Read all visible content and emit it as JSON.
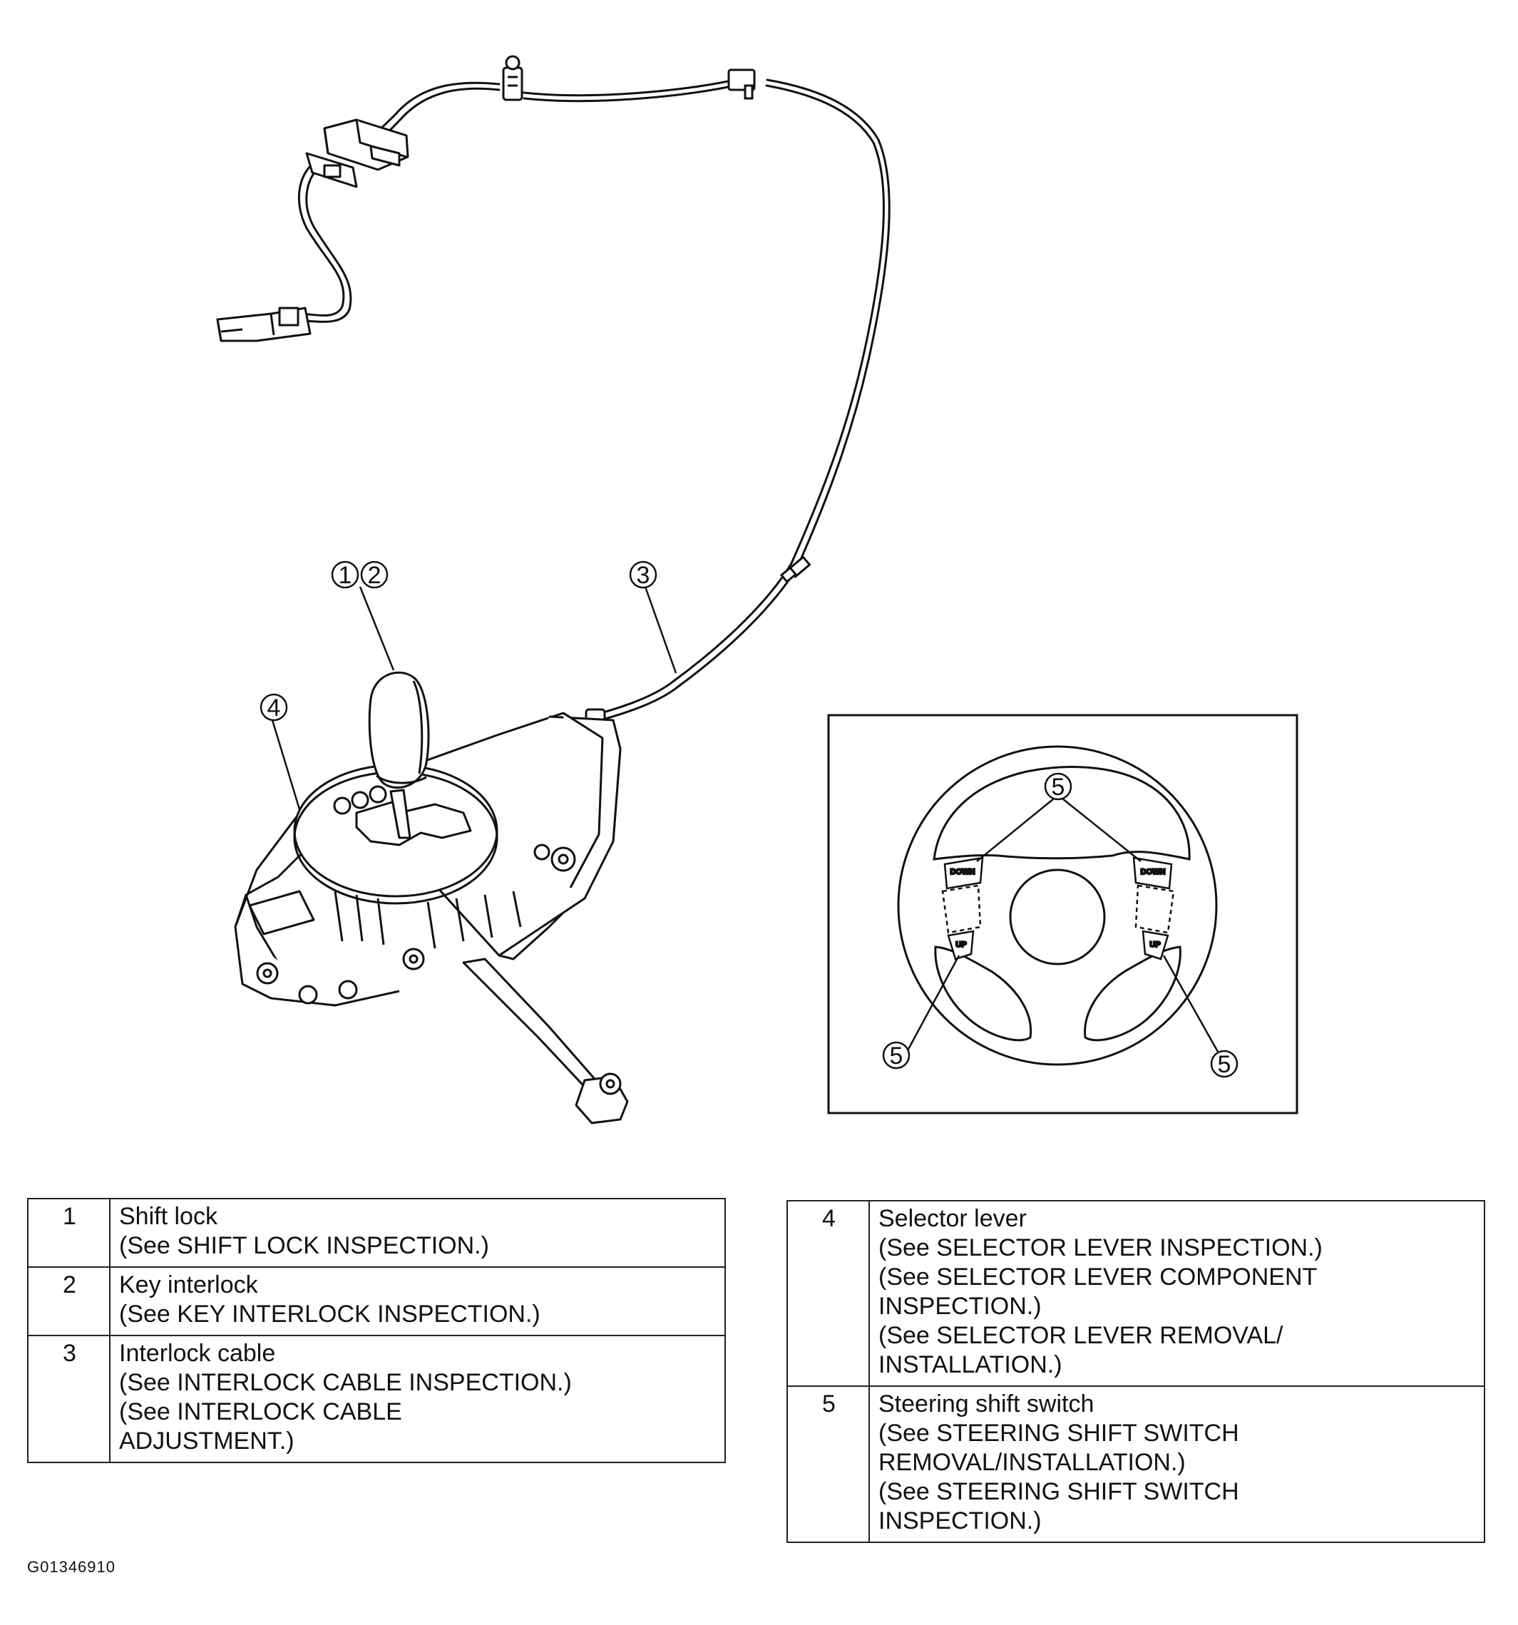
{
  "callouts": {
    "shift_lock": "1",
    "key_interlock": "2",
    "interlock_cable": "3",
    "selector_lever": "4",
    "steering_switch": "5"
  },
  "steering_buttons": {
    "down": "DOWN",
    "up": "UP"
  },
  "legend_left": [
    {
      "num": "1",
      "name": "Shift lock",
      "refs": [
        "(See SHIFT LOCK INSPECTION.)"
      ]
    },
    {
      "num": "2",
      "name": "Key interlock",
      "refs": [
        "(See KEY INTERLOCK INSPECTION.)"
      ]
    },
    {
      "num": "3",
      "name": "Interlock cable",
      "refs": [
        "(See INTERLOCK CABLE INSPECTION.)",
        "(See INTERLOCK CABLE",
        "ADJUSTMENT.)"
      ]
    }
  ],
  "legend_right": [
    {
      "num": "4",
      "name": "Selector lever",
      "refs": [
        "(See SELECTOR LEVER INSPECTION.)",
        "(See SELECTOR LEVER COMPONENT",
        "INSPECTION.)",
        "(See SELECTOR LEVER REMOVAL/",
        "INSTALLATION.)"
      ]
    },
    {
      "num": "5",
      "name": "Steering shift switch",
      "refs": [
        "(See STEERING SHIFT SWITCH",
        "REMOVAL/INSTALLATION.)",
        "(See STEERING SHIFT SWITCH",
        "INSPECTION.)"
      ]
    }
  ],
  "figure_id": "G01346910"
}
